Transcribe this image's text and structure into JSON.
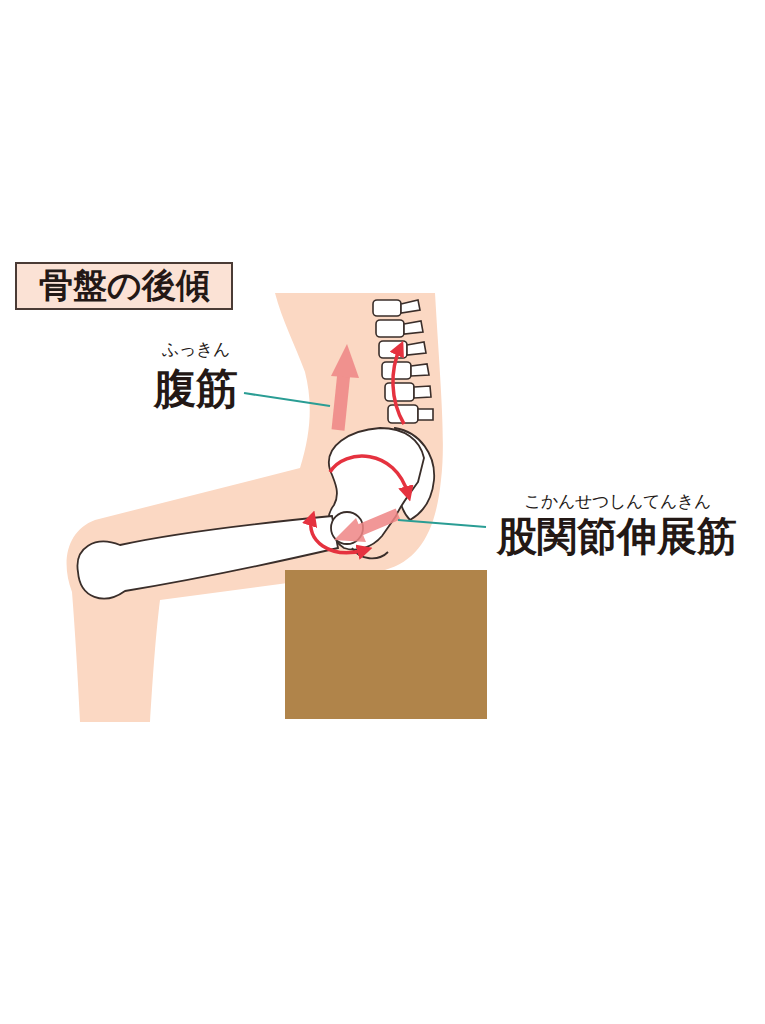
{
  "diagram": {
    "title": "骨盤の後傾",
    "labels": [
      "ふっきん",
      "腹筋",
      "こかんせつしんてんきん",
      "股関節伸展筋"
    ]
  }
}
